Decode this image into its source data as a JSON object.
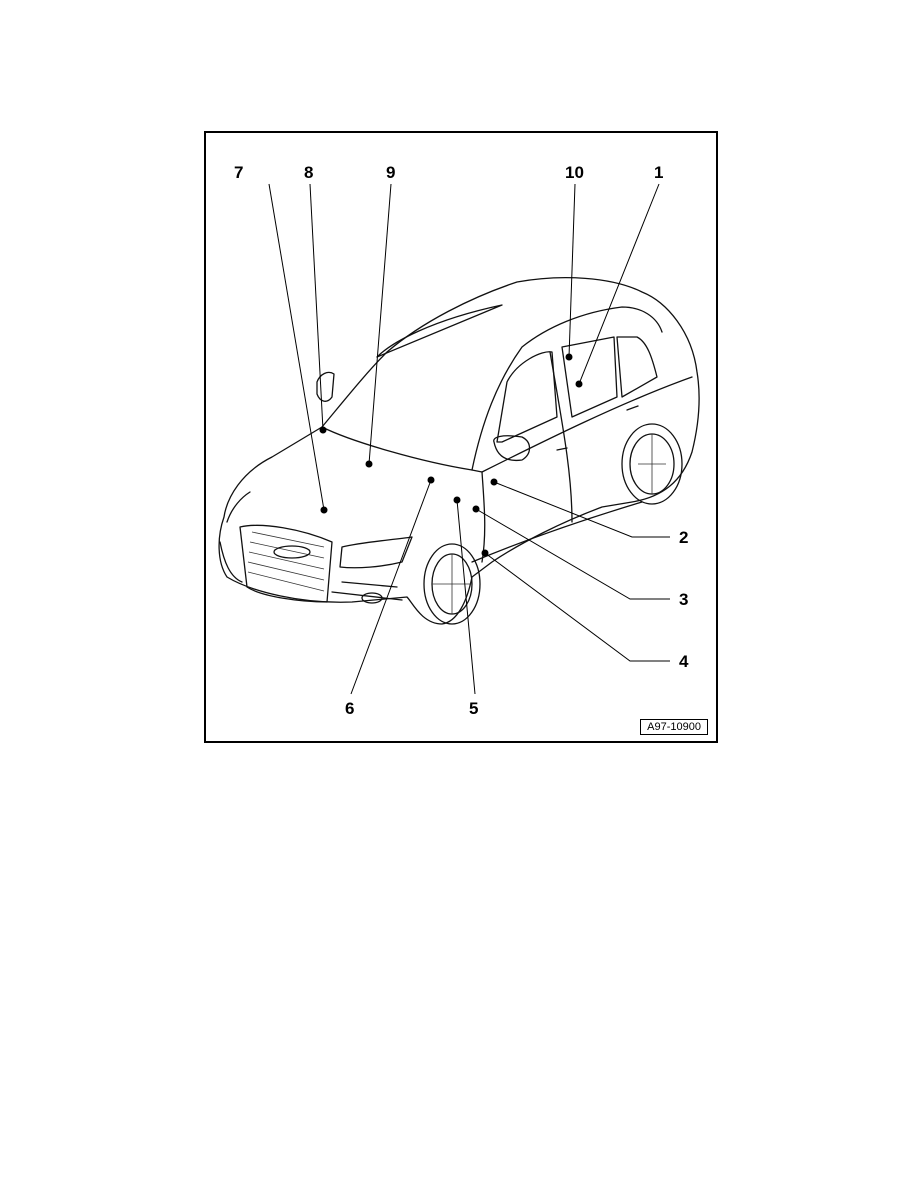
{
  "figure": {
    "code": "A97-10900",
    "callouts": [
      "1",
      "2",
      "3",
      "4",
      "5",
      "6",
      "7",
      "8",
      "9",
      "10"
    ]
  }
}
